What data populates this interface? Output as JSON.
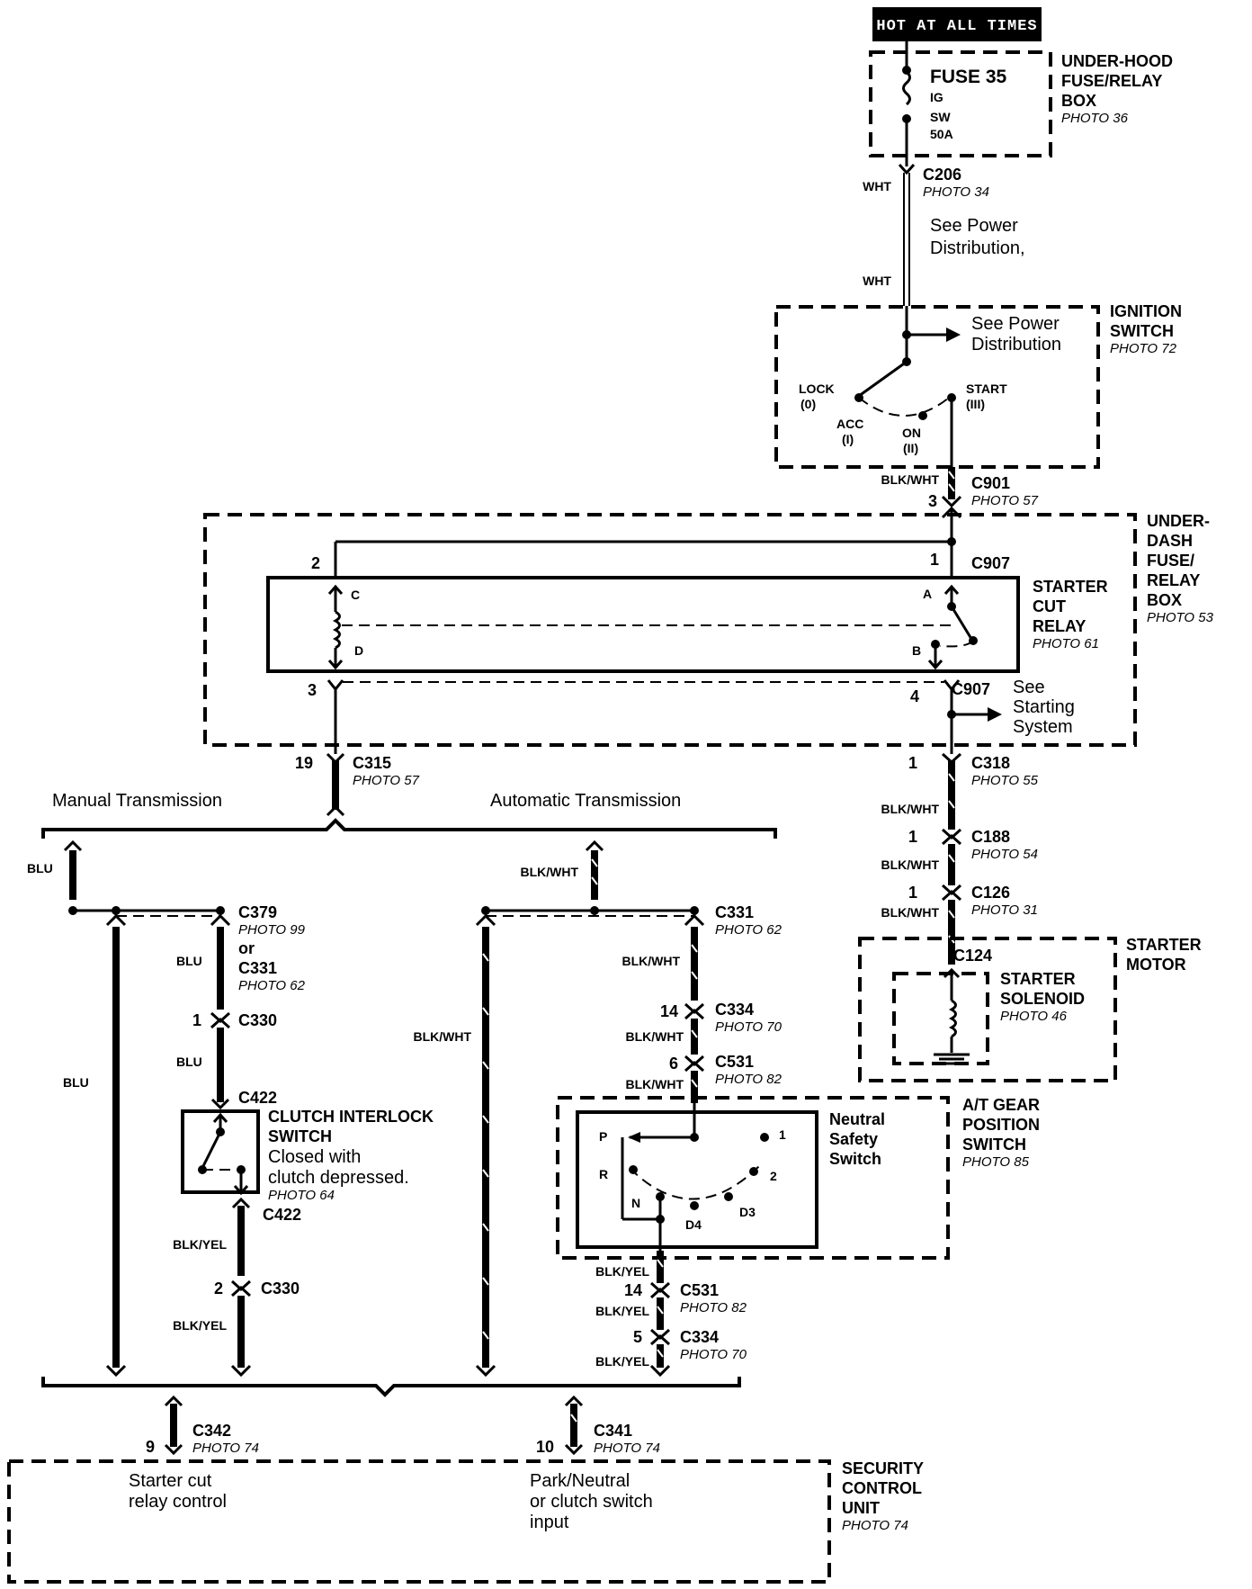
{
  "header": {
    "hot_at_all_times": "HOT AT ALL TIMES"
  },
  "underhood": {
    "fuse": "FUSE 35",
    "ig": "IG",
    "sw": "SW",
    "amp": "50A",
    "title1": "UNDER-HOOD",
    "title2": "FUSE/RELAY",
    "title3": "BOX",
    "photo": "PHOTO 36"
  },
  "c206": {
    "name": "C206",
    "photo": "PHOTO 34",
    "wire_top": "WHT",
    "wire_bottom": "WHT",
    "note1": "See Power",
    "note2": "Distribution,"
  },
  "ignition": {
    "title1": "IGNITION",
    "title2": "SWITCH",
    "photo": "PHOTO 72",
    "see1": "See Power",
    "see2": "Distribution",
    "lock": "LOCK",
    "lock_pos": "(0)",
    "acc": "ACC",
    "acc_pos": "(I)",
    "on": "ON",
    "on_pos": "(II)",
    "start": "START",
    "start_pos": "(III)"
  },
  "c901": {
    "name": "C901",
    "photo": "PHOTO 57",
    "wire": "BLK/WHT",
    "pin": "3"
  },
  "underdash": {
    "t1": "UNDER-",
    "t2": "DASH",
    "t3": "FUSE/",
    "t4": "RELAY",
    "t5": "BOX",
    "photo": "PHOTO 53"
  },
  "relay": {
    "t1": "STARTER",
    "t2": "CUT",
    "t3": "RELAY",
    "photo": "PHOTO 61",
    "c907_top": "C907",
    "c907_bottom": "C907",
    "pin1": "1",
    "pin2": "2",
    "pin3": "3",
    "pin4": "4",
    "term_a": "A",
    "term_b": "B",
    "term_c": "C",
    "term_d": "D",
    "see1": "See",
    "see2": "Starting",
    "see3": "System"
  },
  "c315": {
    "name": "C315",
    "photo": "PHOTO 57",
    "pin": "19"
  },
  "branches": {
    "manual": "Manual Transmission",
    "automatic": "Automatic Transmission"
  },
  "manual": {
    "blu1": "BLU",
    "blu2": "BLU",
    "blu3": "BLU",
    "blu4": "BLU",
    "c379": "C379",
    "c379_photo": "PHOTO 99",
    "or": "or",
    "c331": "C331",
    "c331_photo": "PHOTO 62",
    "c330_pin": "1",
    "c330": "C330",
    "c422": "C422",
    "clutch1": "CLUTCH INTERLOCK",
    "clutch2": "SWITCH",
    "closed1": "Closed with",
    "closed2": "clutch depressed.",
    "clutch_photo": "PHOTO 64",
    "c422b": "C422",
    "blkyel1": "BLK/YEL",
    "c330b_pin": "2",
    "c330b": "C330",
    "blkyel2": "BLK/YEL"
  },
  "auto": {
    "blkwht_top": "BLK/WHT",
    "blkwht_left": "BLK/WHT",
    "c331": "C331",
    "c331_photo": "PHOTO 62",
    "blkwht1": "BLK/WHT",
    "c334_pin": "14",
    "c334": "C334",
    "c334_photo": "PHOTO 70",
    "blkwht2": "BLK/WHT",
    "c531_pin": "6",
    "c531": "C531",
    "c531_photo": "PHOTO 82",
    "blkwht3": "BLK/WHT",
    "nss1": "Neutral",
    "nss2": "Safety",
    "nss3": "Switch",
    "atg1": "A/T GEAR",
    "atg2": "POSITION",
    "atg3": "SWITCH",
    "atg_photo": "PHOTO 85",
    "p": "P",
    "r": "R",
    "n": "N",
    "d4": "D4",
    "d3": "D3",
    "g2": "2",
    "g1": "1",
    "blkyel1": "BLK/YEL",
    "c531b_pin": "14",
    "c531b": "C531",
    "c531b_photo": "PHOTO 82",
    "blkyel2": "BLK/YEL",
    "c334b_pin": "5",
    "c334b": "C334",
    "c334b_photo": "PHOTO 70",
    "blkyel3": "BLK/YEL"
  },
  "starter": {
    "c318_pin": "1",
    "c318": "C318",
    "c318_photo": "PHOTO 55",
    "blkwht1": "BLK/WHT",
    "c188_pin": "1",
    "c188": "C188",
    "c188_photo": "PHOTO 54",
    "blkwht2": "BLK/WHT",
    "c126_pin": "1",
    "c126": "C126",
    "c126_photo": "PHOTO 31",
    "blkwht3": "BLK/WHT",
    "c124": "C124",
    "motor1": "STARTER",
    "motor2": "MOTOR",
    "sol1": "STARTER",
    "sol2": "SOLENOID",
    "sol_photo": "PHOTO 46"
  },
  "security": {
    "c342_pin": "9",
    "c342": "C342",
    "c342_photo": "PHOTO 74",
    "c341_pin": "10",
    "c341": "C341",
    "c341_photo": "PHOTO 74",
    "relay_ctrl1": "Starter cut",
    "relay_ctrl2": "relay control",
    "pn1": "Park/Neutral",
    "pn2": "or clutch switch",
    "pn3": "input",
    "t1": "SECURITY",
    "t2": "CONTROL",
    "t3": "UNIT",
    "photo": "PHOTO 74"
  }
}
